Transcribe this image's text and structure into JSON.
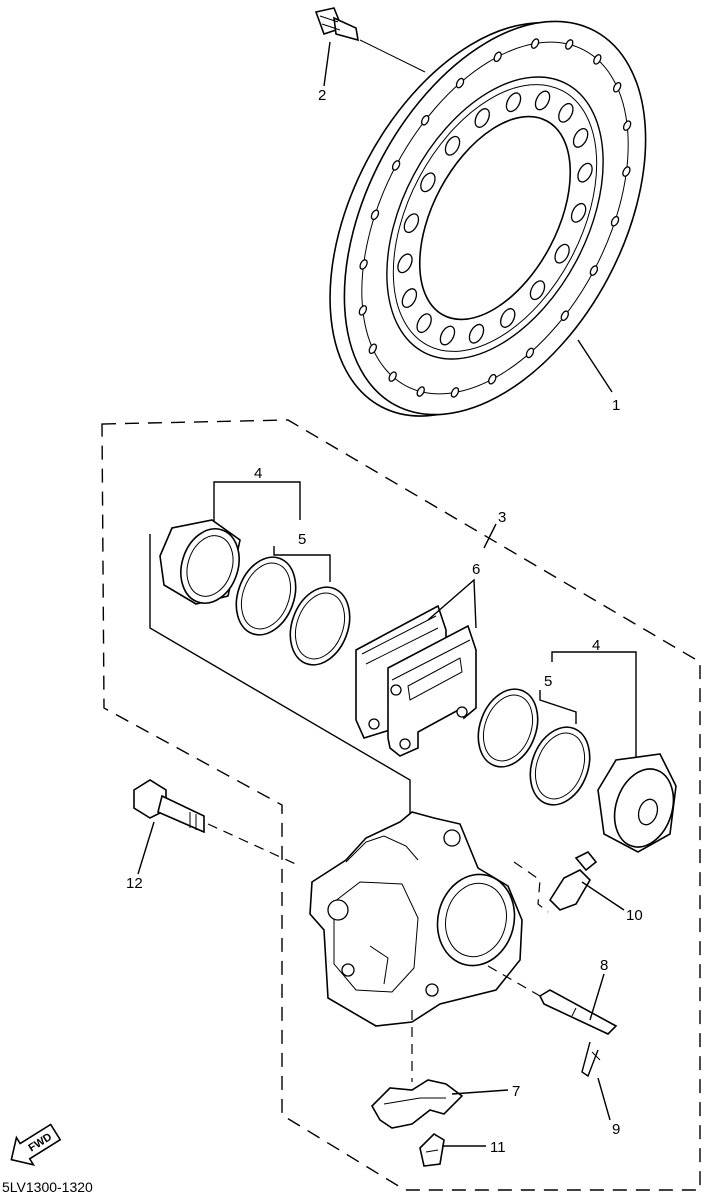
{
  "diagram": {
    "code": "5LV1300-1320",
    "direction_label": "FWD",
    "callouts": [
      {
        "id": "c1",
        "text": "1"
      },
      {
        "id": "c2",
        "text": "2"
      },
      {
        "id": "c3",
        "text": "3"
      },
      {
        "id": "c4a",
        "text": "4"
      },
      {
        "id": "c4b",
        "text": "4"
      },
      {
        "id": "c5a",
        "text": "5"
      },
      {
        "id": "c5b",
        "text": "5"
      },
      {
        "id": "c6",
        "text": "6"
      },
      {
        "id": "c7",
        "text": "7"
      },
      {
        "id": "c8",
        "text": "8"
      },
      {
        "id": "c9",
        "text": "9"
      },
      {
        "id": "c10",
        "text": "10"
      },
      {
        "id": "c11",
        "text": "11"
      },
      {
        "id": "c12",
        "text": "12"
      }
    ]
  }
}
